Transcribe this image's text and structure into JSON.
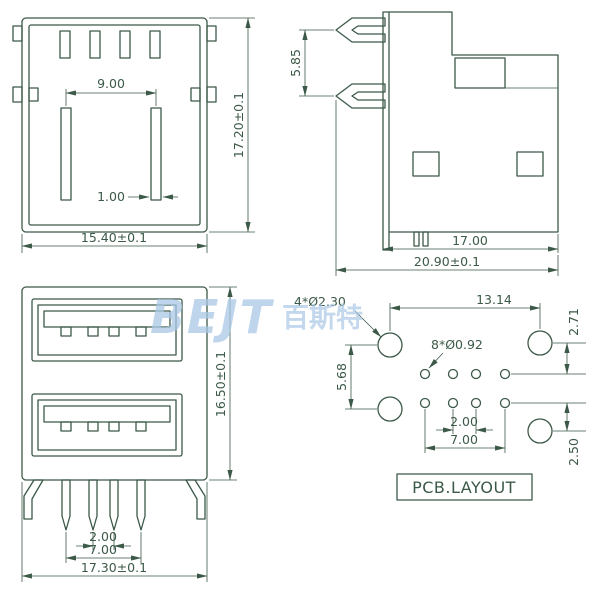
{
  "colors": {
    "line": "#3c5948",
    "watermark": "#aac8e6"
  },
  "watermark": {
    "latin": "BEJT",
    "cjk": "百斯特"
  },
  "top_view": {
    "inner_width": "9.00",
    "slot_width": "1.00",
    "height": "17.20±0.1",
    "width": "15.40±0.1"
  },
  "side_view": {
    "clip_offset": "5.85",
    "body_depth": "17.00",
    "total_depth": "20.90±0.1"
  },
  "front_view": {
    "height": "16.50±0.1",
    "pin_pitch": "2.00",
    "pin_span": "7.00",
    "width": "17.30±0.1"
  },
  "pcb_layout": {
    "label": "PCB.LAYOUT",
    "mount_holes": "4*Ø2.30",
    "mount_span": "13.14",
    "top_offset": "2.71",
    "pin_holes": "8*Ø0.92",
    "mount_pitch": "5.68",
    "bottom_offset": "2.50",
    "pin_pitch": "2.00",
    "pin_span": "7.00"
  }
}
